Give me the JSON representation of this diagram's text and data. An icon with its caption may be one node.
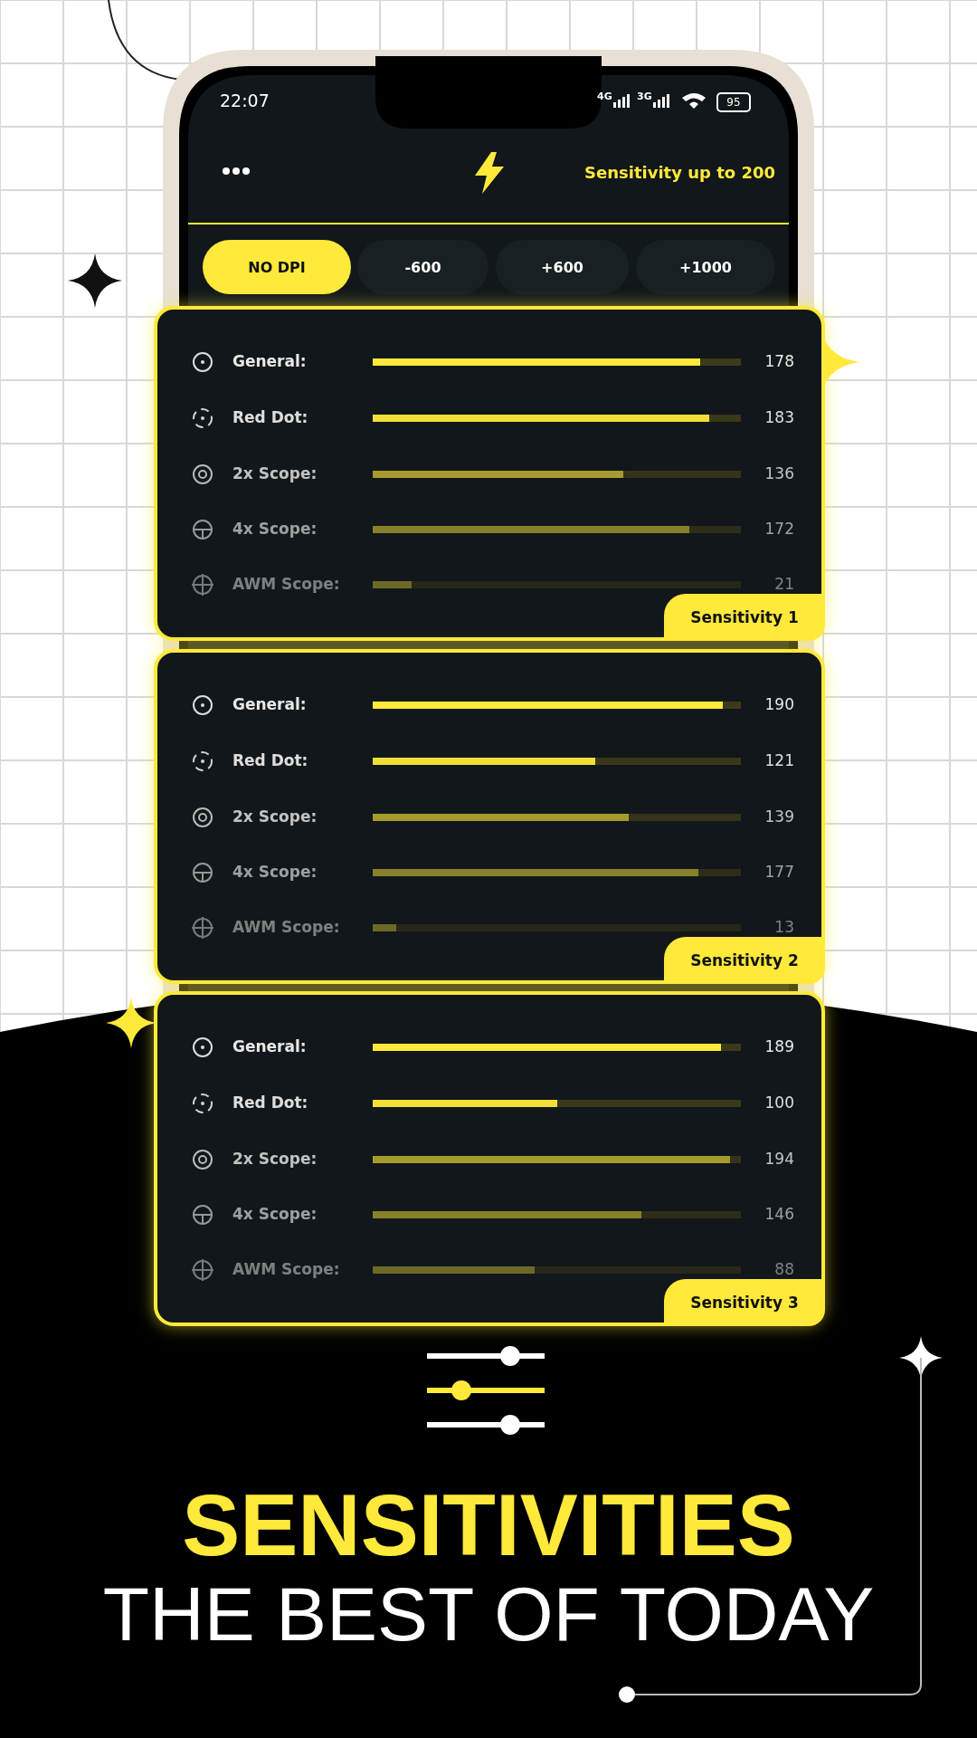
{
  "diagram": {
    "title": "SENSITIVITIES",
    "nodes": [
      {
        "text": [
          "NO DPI"
        ]
      },
      {
        "text": [
          "-600"
        ]
      },
      {
        "text": [
          "+600"
        ]
      },
      {
        "text": [
          "+1000"
        ]
      },
      {
        "text": [
          "Sensitivity 1"
        ]
      },
      {
        "text": [
          "General:",
          "178"
        ],
        "in": 4
      },
      {
        "text": [
          "Red Dot:",
          "183"
        ],
        "in": 4
      },
      {
        "text": [
          "2x Scope:",
          "136"
        ],
        "in": 4
      },
      {
        "text": [
          "4x Scope:",
          "172"
        ],
        "in": 4
      },
      {
        "text": [
          "AWM Scope:",
          "21"
        ],
        "in": 4
      },
      {
        "text": [
          "Sensitivity 2"
        ]
      },
      {
        "text": [
          "General:",
          "190"
        ],
        "in": 10
      },
      {
        "text": [
          "Red Dot:",
          "121"
        ],
        "in": 10
      },
      {
        "text": [
          "2x Scope:",
          "139"
        ],
        "in": 10
      },
      {
        "text": [
          "4x Scope:",
          "177"
        ],
        "in": 10
      },
      {
        "text": [
          "AWM Scope:",
          "13"
        ],
        "in": 10
      },
      {
        "text": [
          "Sensitivity 3"
        ]
      },
      {
        "text": [
          "General:",
          "189"
        ],
        "in": 16
      },
      {
        "text": [
          "Red Dot:",
          "100"
        ],
        "in": 16
      },
      {
        "text": [
          "2x Scope:",
          "194"
        ],
        "in": 16
      },
      {
        "text": [
          "4x Scope:",
          "146"
        ],
        "in": 16
      },
      {
        "text": [
          "AWM Scope:",
          "88"
        ],
        "in": 16
      }
    ],
    "labels": [
      "22:07",
      "4G",
      "3G",
      "95",
      "Sensitivity up to 200",
      "THE BEST OF TODAY"
    ]
  }
}
